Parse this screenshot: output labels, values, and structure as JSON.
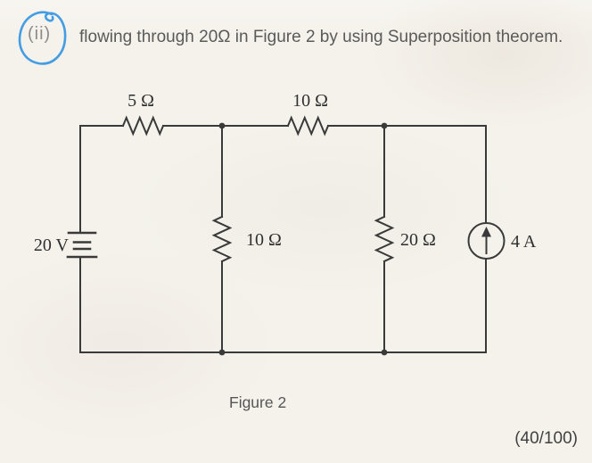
{
  "paper": {
    "item_marker": "(ii)",
    "instruction": "flowing through 20Ω in Figure 2 by using Superposition theorem.",
    "figure_caption": "Figure 2",
    "marks": "(40/100)",
    "annotation_color": "#449de2",
    "ink_color": "#3a3a3a",
    "label_ink_color": "#2f2f2f"
  },
  "circuit": {
    "voltage_source_label": "20 V",
    "r_top_left_label": "5 Ω",
    "r_top_right_label": "10 Ω",
    "r_middle_label": "10 Ω",
    "r_right_label": "20 Ω",
    "current_source_label": "4 A"
  }
}
